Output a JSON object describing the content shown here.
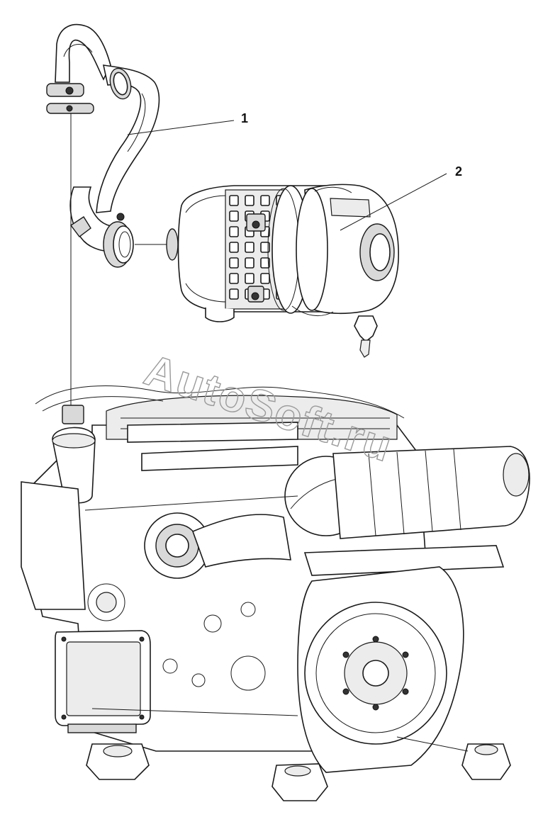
{
  "diagram": {
    "callouts": [
      {
        "id": "1",
        "label": "1",
        "part": "air-intake-hose"
      },
      {
        "id": "2",
        "label": "2",
        "part": "air-filter"
      }
    ],
    "watermark": "AutoSoft.ru"
  }
}
